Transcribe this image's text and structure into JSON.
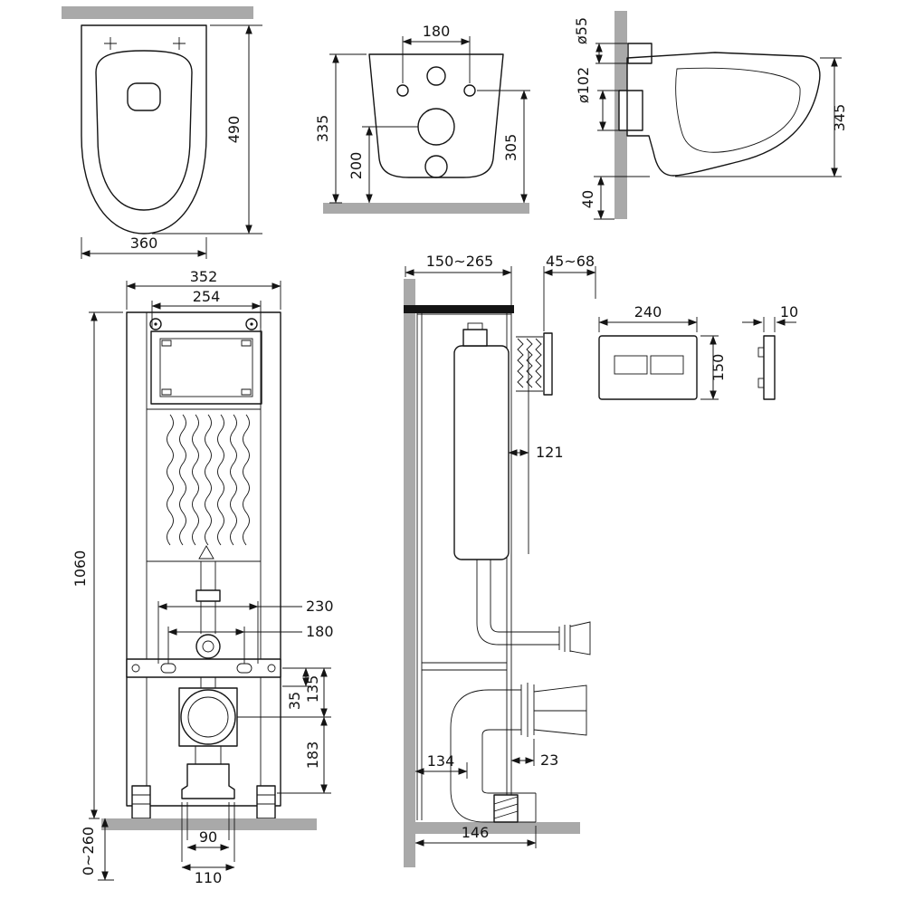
{
  "diagram": {
    "kind": "wall-hung-toilet-installation-drawing",
    "units": "mm",
    "views": [
      "bowl-top-view",
      "bowl-rear-view",
      "bowl-side-view",
      "frame-front-view",
      "frame-side-view",
      "flush-plate-view"
    ]
  },
  "colors": {
    "line": "#141414",
    "wall": "#a9a9a9",
    "background": "#ffffff"
  },
  "dims": {
    "bowl_top": {
      "depth": "490",
      "width": "360"
    },
    "bowl_rear": {
      "hole_spacing": "180",
      "height_total": "335",
      "height_drain": "200",
      "height_holes": "305"
    },
    "bowl_side": {
      "inlet_diameter": "ø55",
      "outlet_diameter": "ø102",
      "length": "345",
      "bottom_offset": "40"
    },
    "frame_front": {
      "width": "352",
      "inner_width": "254",
      "height": "1060",
      "span_230": "230",
      "span_180": "180",
      "offset_35": "35",
      "offset_135": "135",
      "offset_183": "183",
      "outlet_90": "90",
      "outlet_110": "110",
      "leg_range": "0~260"
    },
    "frame_side": {
      "depth_range": "150~265",
      "plate_range": "45~68",
      "tank_depth": "121",
      "offset_134": "134",
      "offset_23": "23",
      "offset_146": "146"
    },
    "flush_plate": {
      "width": "240",
      "height": "150",
      "thickness": "10"
    }
  }
}
